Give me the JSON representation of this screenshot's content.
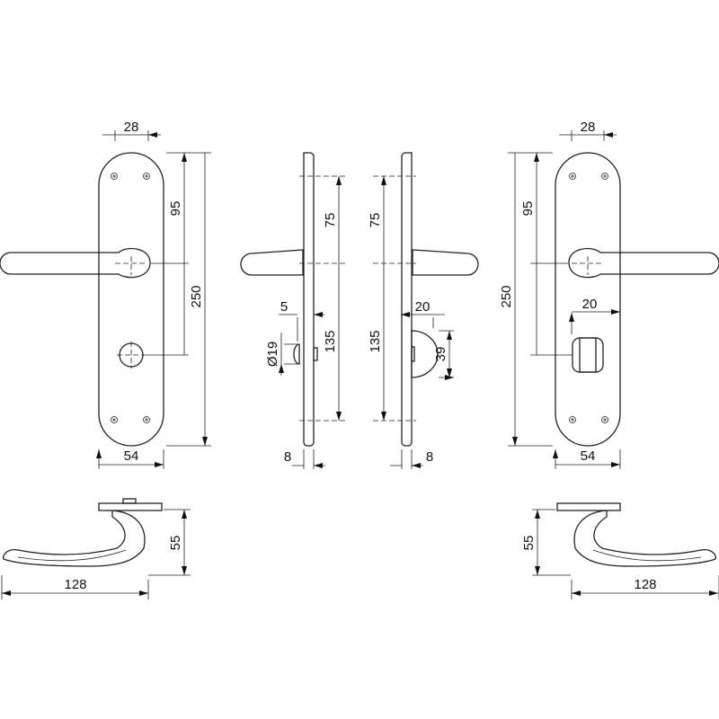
{
  "title": "Door handle set technical drawing",
  "front_left": {
    "top_width": "28",
    "spindle_to_top": "95",
    "height": "250",
    "width": "54"
  },
  "side_left": {
    "top_to_spindle": "75",
    "spindle_to_lock": "135",
    "turn_offset": "5",
    "turn_diameter": "Ø19",
    "thickness": "8"
  },
  "side_right": {
    "top_to_spindle": "75",
    "spindle_to_lock": "135",
    "indicator_depth": "20",
    "indicator_height": "39",
    "thickness": "8"
  },
  "front_right": {
    "top_width": "28",
    "spindle_to_top": "95",
    "height": "250",
    "indicator_width": "20",
    "width": "54"
  },
  "top_left": {
    "projection": "55",
    "length": "128"
  },
  "top_right": {
    "projection": "55",
    "length": "128"
  }
}
